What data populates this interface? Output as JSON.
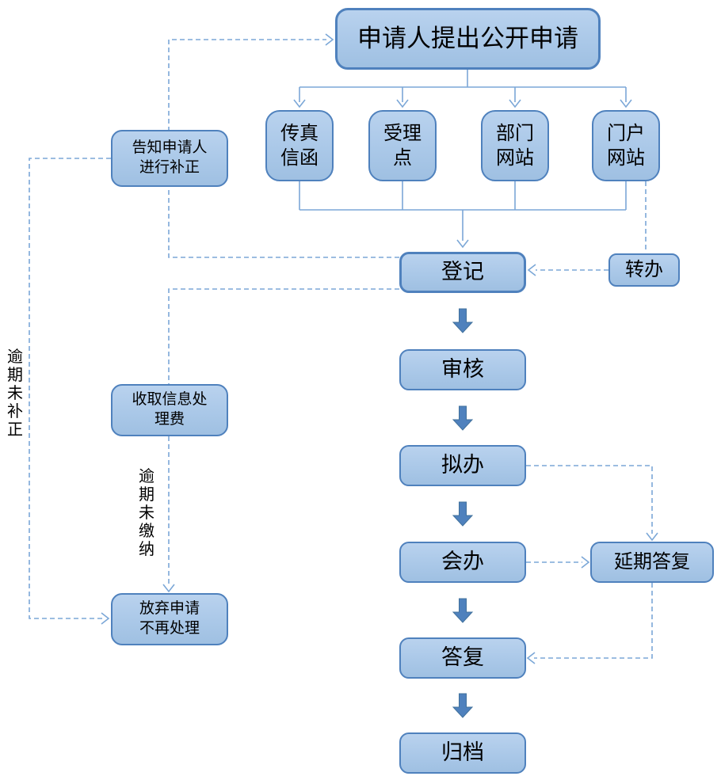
{
  "diagram": {
    "nodes": {
      "apply": {
        "label": "申请人提出公开申请"
      },
      "fax": {
        "lines": [
          "传真",
          "信函"
        ]
      },
      "acceptance": {
        "lines": [
          "受理",
          "点"
        ]
      },
      "dept_site": {
        "lines": [
          "部门",
          "网站"
        ]
      },
      "portal_site": {
        "lines": [
          "门户",
          "网站"
        ]
      },
      "notify": {
        "lines": [
          "告知申请人",
          "进行补正"
        ]
      },
      "register": {
        "label": "登记"
      },
      "transfer": {
        "label": "转办"
      },
      "review": {
        "label": "审核"
      },
      "fee": {
        "lines": [
          "收取信息处",
          "理费"
        ]
      },
      "draft": {
        "label": "拟办"
      },
      "joint": {
        "label": "会办"
      },
      "delay": {
        "label": "延期答复"
      },
      "abandon": {
        "lines": [
          "放弃申请",
          "不再处理"
        ]
      },
      "reply": {
        "label": "答复"
      },
      "archive": {
        "label": "归档"
      }
    },
    "edge_labels": {
      "overdue_no_correction": "逾期未补正",
      "overdue_no_payment": "逾期未缴纳"
    },
    "colors": {
      "node_fill": "#aac8e8",
      "node_border": "#4f81bd",
      "connector": "#7ba7d7",
      "block_arrow": "#4f81bd",
      "text": "#000000"
    }
  }
}
